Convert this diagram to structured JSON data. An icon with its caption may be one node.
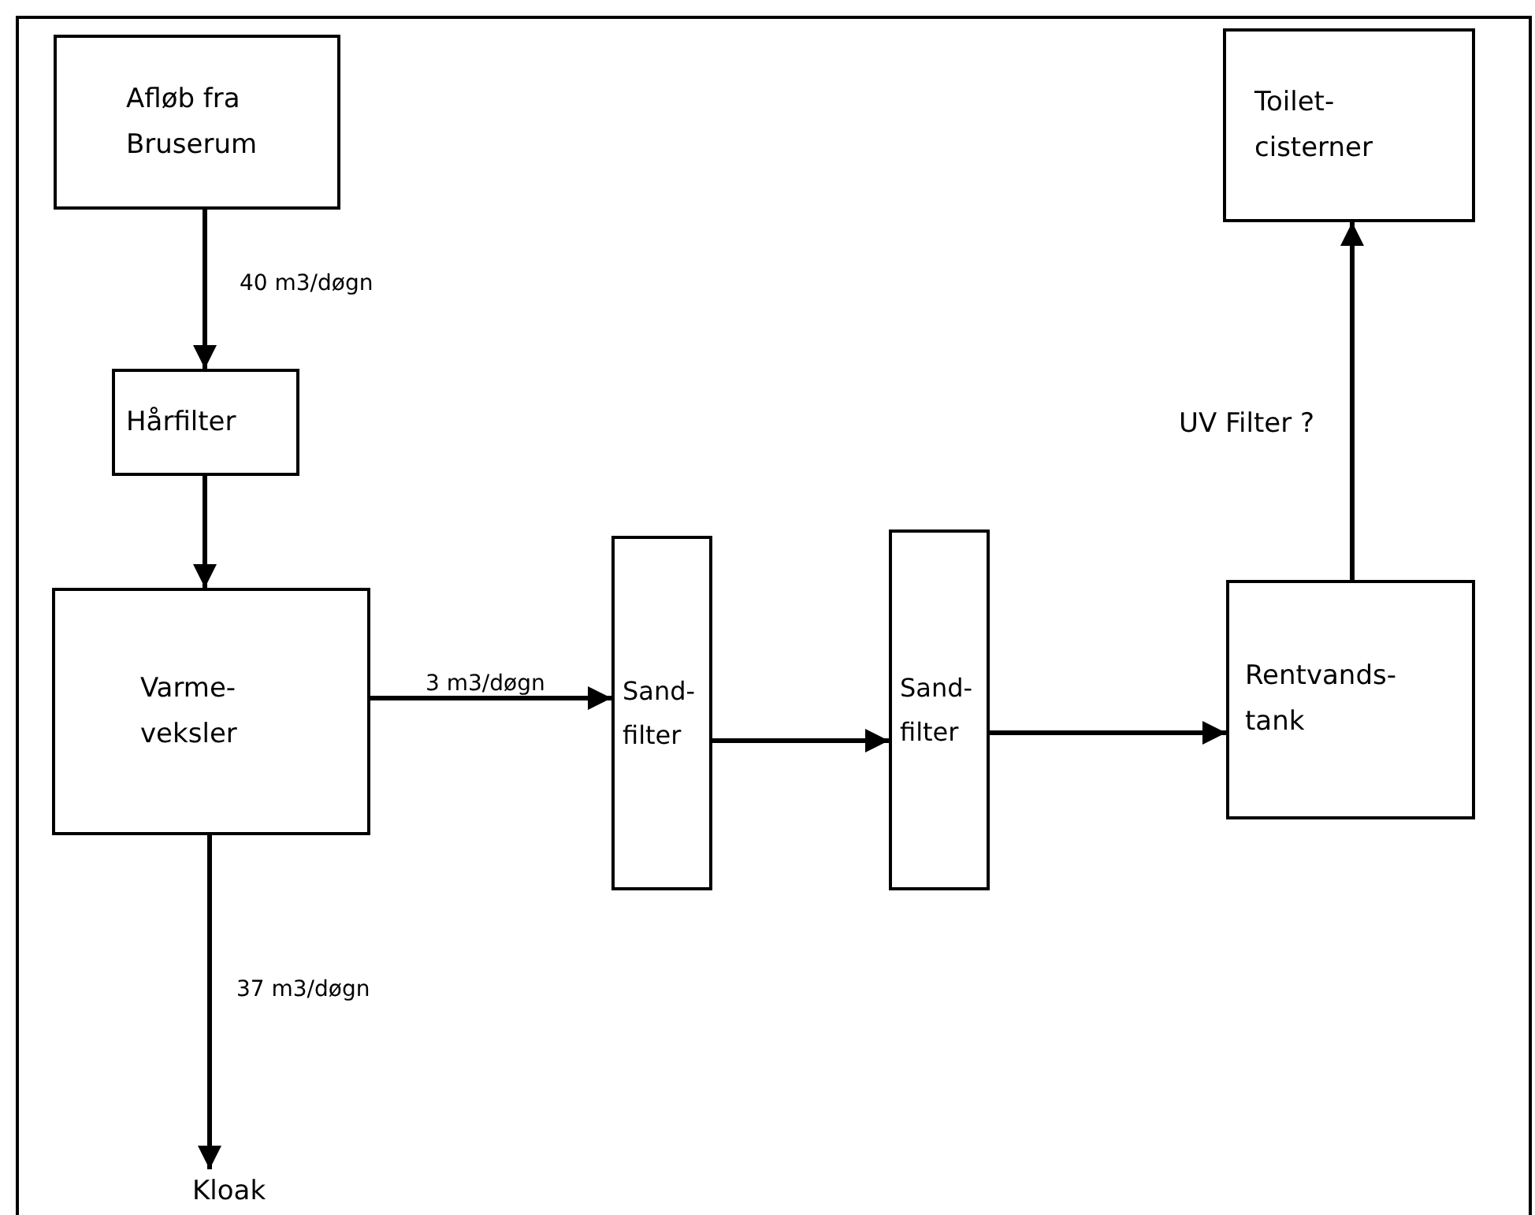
{
  "diagram": {
    "nodes": [
      {
        "text": [
          "Afløb fra Bruserum"
        ]
      },
      {
        "text": [
          "Hårfilter"
        ]
      },
      {
        "text": [
          "Varme- veksler"
        ]
      },
      {
        "text": [
          "Kloak"
        ]
      },
      {
        "text": [
          "Sand- filter"
        ]
      },
      {
        "text": [
          "Sand- filter"
        ]
      },
      {
        "text": [
          "Rentvands- tank"
        ]
      },
      {
        "text": [
          "Toilet- cisterner"
        ]
      }
    ],
    "edges": [
      {
        "from": 0,
        "to": 1,
        "arrow": "to",
        "label": "40 m3/døgn"
      },
      {
        "from": 1,
        "to": 2,
        "arrow": "to"
      },
      {
        "from": 2,
        "to": 3,
        "arrow": "to",
        "label": "37 m3/døgn"
      },
      {
        "from": 2,
        "to": 4,
        "arrow": "to",
        "label": "3 m3/døgn"
      },
      {
        "from": 4,
        "to": 5,
        "arrow": "to"
      },
      {
        "from": 5,
        "to": 6,
        "arrow": "to"
      },
      {
        "from": 6,
        "to": 7,
        "arrow": "to",
        "label": "UV Filter ?"
      }
    ]
  }
}
